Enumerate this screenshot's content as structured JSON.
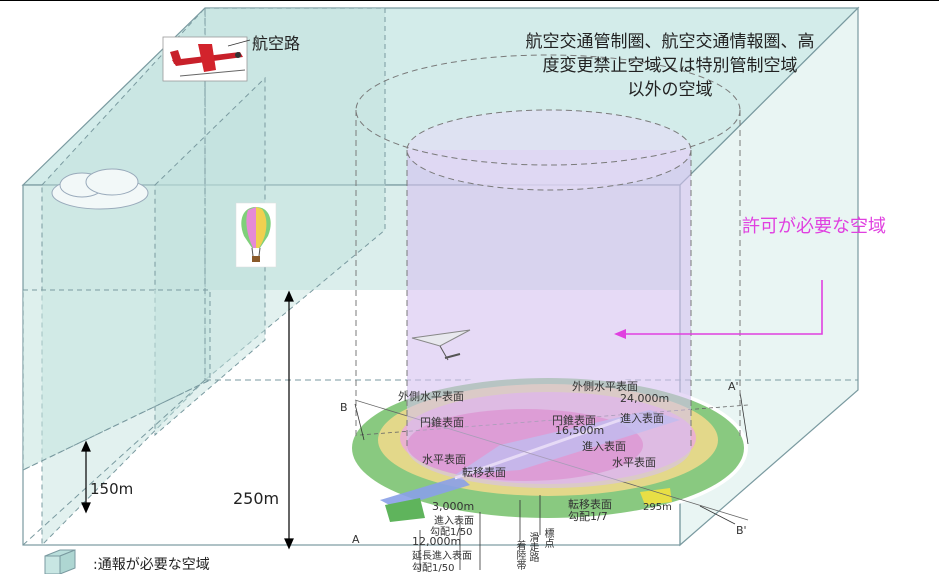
{
  "labels": {
    "top_area_line1": "航空交通管制圏、航空交通情報圏、高",
    "top_area_line2": "度変更禁止空域又は特別管制空域",
    "top_area_line3": "以外の空域",
    "air_route": "航空路",
    "permit_airspace": "許可が必要な空域",
    "height_150": "150m",
    "height_250": "250m",
    "legend_notice": ":通報が必要な空域"
  },
  "surfaces": {
    "outer_horizontal": "外側水平表面",
    "conical": "円錐表面",
    "conical_2": "円錐表面",
    "horizontal": "水平表面",
    "horizontal_2": "水平表面",
    "transitional": "転移表面",
    "transitional_2": "転移表面",
    "approach": "進入表面",
    "extended_approach": "延長進入表面",
    "dist_24000": "24,000m",
    "dist_16500": "16,500m",
    "dist_3000": "3,000m",
    "dist_12000": "12,000m",
    "grad_approach": "勾配1/50",
    "grad_extended": "勾配1/50",
    "grad_transitional": "勾配1/7",
    "right_approach": "進入表面",
    "dist_295": "295m",
    "runway": "滑走路",
    "landing_strip": "着陸帯",
    "threshold": "標点",
    "point_A": "A",
    "point_A2": "A'",
    "point_B": "B",
    "point_B2": "B'"
  },
  "colors": {
    "box_fill": "#cfe8e6",
    "box_edge": "#7a9aa0",
    "cylinder": "#d9c6f0",
    "permit": "#e040e0",
    "disc_green": "#74c06a",
    "disc_yellow": "#e8d98a",
    "disc_pink": "#e85aa8",
    "disc_blue": "#8aa0e8"
  }
}
